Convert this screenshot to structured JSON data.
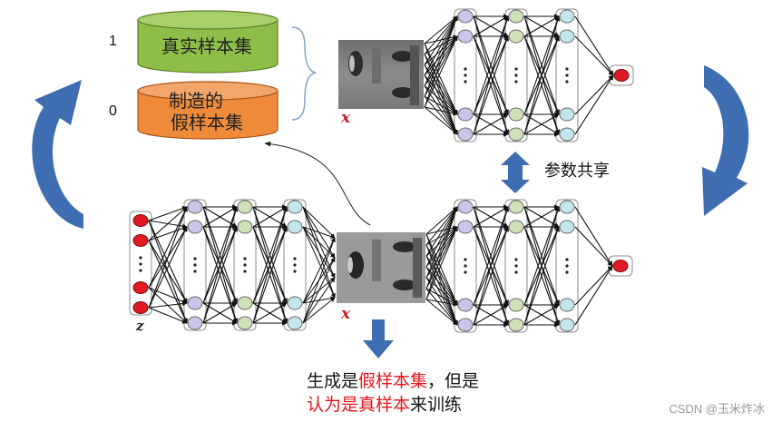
{
  "labels": {
    "label_1": "1",
    "label_0": "0",
    "real_set": "真实样本集",
    "fake_set_line1": "制造的",
    "fake_set_line2": "假样本集",
    "param_share": "参数共享",
    "x_mark": "x",
    "z_mark": "z",
    "caption_line1_pre": "生成是",
    "caption_line1_red": "假样本集",
    "caption_line1_post": "，但是",
    "caption_line2_red": "认为是真样本",
    "caption_line2_post": "来训练",
    "watermark": "CSDN @玉米炸冰"
  },
  "colors": {
    "cyl_green": "#8fbe48",
    "cyl_orange": "#ee8a3a",
    "red_node": "#e01a22",
    "purple_node": "#c9c6ea",
    "green_node": "#cfe1b8",
    "cyan_node": "#c3e6ec",
    "arrow_blue": "#3f6db2",
    "caption_red": "#e8141a"
  }
}
